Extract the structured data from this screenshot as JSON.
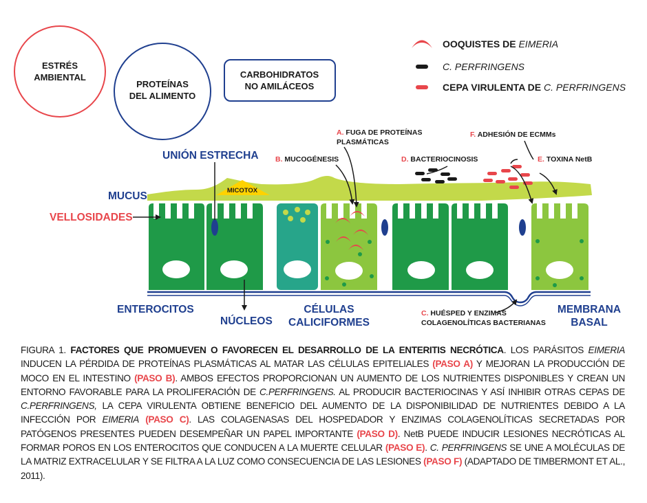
{
  "circles": {
    "stress_line1": "ESTRÉS",
    "stress_line2": "AMBIENTAL",
    "protein_line1": "PROTEÍNAS",
    "protein_line2": "DEL ALIMENTO",
    "carb_line1": "CARBOHIDRATOS",
    "carb_line2": "NO AMILÁCEOS"
  },
  "legend": {
    "oocysts_prefix": "OOQUISTES DE ",
    "oocysts_italic": "EIMERIA",
    "cperf": "C. PERFRINGENS",
    "virulent_prefix": "CEPA VIRULENTA DE ",
    "virulent_italic": "C. PERFRINGENS"
  },
  "labels": {
    "tight_junction": "UNIÓN ESTRECHA",
    "mucus": "MUCUS",
    "villi": "VELLOSIDADES",
    "mycotox": "MICOTOX",
    "enterocytes": "ENTEROCITOS",
    "nuclei": "NÚCLEOS",
    "goblet_line1": "CÉLULAS",
    "goblet_line2": "CALICIFORMES",
    "basal_line1": "MEMBRANA",
    "basal_line2": "BASAL"
  },
  "steps": {
    "a_letter": "A.",
    "a_line1": " FUGA DE PROTEÍNAS",
    "a_line2": "PLASMÁTICAS",
    "b_letter": "B.",
    "b_text": " MUCOGÉNESIS",
    "c_letter": "C.",
    "c_line1": " HUÉSPED Y ENZIMAS",
    "c_line2": "COLAGENOLÍTICAS BACTERIANAS",
    "d_letter": "D.",
    "d_text": " BACTERIOCINOSIS",
    "e_letter": "E.",
    "e_text": " TOXINA NetB",
    "f_letter": "F.",
    "f_text": " ADHESIÓN DE ECMMs"
  },
  "caption": {
    "fig_label": "FIGURA 1. ",
    "title": "FACTORES QUE PROMUEVEN O FAVORECEN EL DESARROLLO DE LA ENTERITIS NECRÓTICA",
    "t1": ". LOS PARÁSITOS ",
    "eimeria1": "EIMERIA",
    "t2": " INDUCEN LA PÉRDIDA DE PROTEÍNAS PLASMÁTICAS AL MATAR LAS CÉLULAS EPITELIALES ",
    "stepA": "(PASO A)",
    "t3": " Y MEJORAN LA PRODUCCIÓN DE MOCO EN EL INTESTINO ",
    "stepB": "(PASO B)",
    "t4": ". AMBOS EFECTOS PROPORCIONAN UN AUMENTO DE LOS NUTRIENTES DISPONIBLES Y CREAN UN ENTORNO FAVORABLE PARA LA PROLIFERACIÓN DE ",
    "cperf1": "C.PERFRINGENS.",
    "t5": " AL PRODUCIR BACTERIOCINAS Y ASÍ INHIBIR OTRAS CEPAS DE ",
    "cperf2": "C.PERFRINGENS,",
    "t6": " LA CEPA VIRULENTA OBTIENE BENEFICIO DEL AUMENTO DE LA DISPONIBILIDAD DE NUTRIENTES DEBIDO A LA INFECCIÓN POR ",
    "eimeria2": "EIMERIA",
    "t7": " ",
    "stepC": "(PASO C)",
    "t8": ". LAS COLAGENASAS DEL HOSPEDADOR Y ENZIMAS COLAGENOLÍTICAS SECRETADAS POR PATÓGENOS PRESENTES PUEDEN DESEMPEÑAR UN PAPEL IMPORTANTE ",
    "stepD": "(PASO D)",
    "t9": ". NetB PUEDE INDUCIR LESIONES NECRÓTICAS AL FORMAR POROS EN LOS ENTEROCITOS QUE CONDUCEN A LA MUERTE CELULAR ",
    "stepE": "(PASO E)",
    "t10": ". ",
    "cperf3": "C. PERFRINGENS",
    "t11": " SE UNE A MOLÉCULAS DE LA MATRIZ EXTRACELULAR Y SE FILTRA A LA LUZ COMO CONSECUENCIA DE LAS LESIONES ",
    "stepF": "(PASO F)",
    "t12": " (ADAPTADO DE TIMBERMONT ET AL., 2011)."
  },
  "colors": {
    "navy": "#1f3f8f",
    "red": "#e8464b",
    "dark_green": "#1f9a48",
    "light_green": "#8cc63f",
    "teal": "#27a58a",
    "mucus": "#c3d94a",
    "mycotox": "#ffd200"
  }
}
